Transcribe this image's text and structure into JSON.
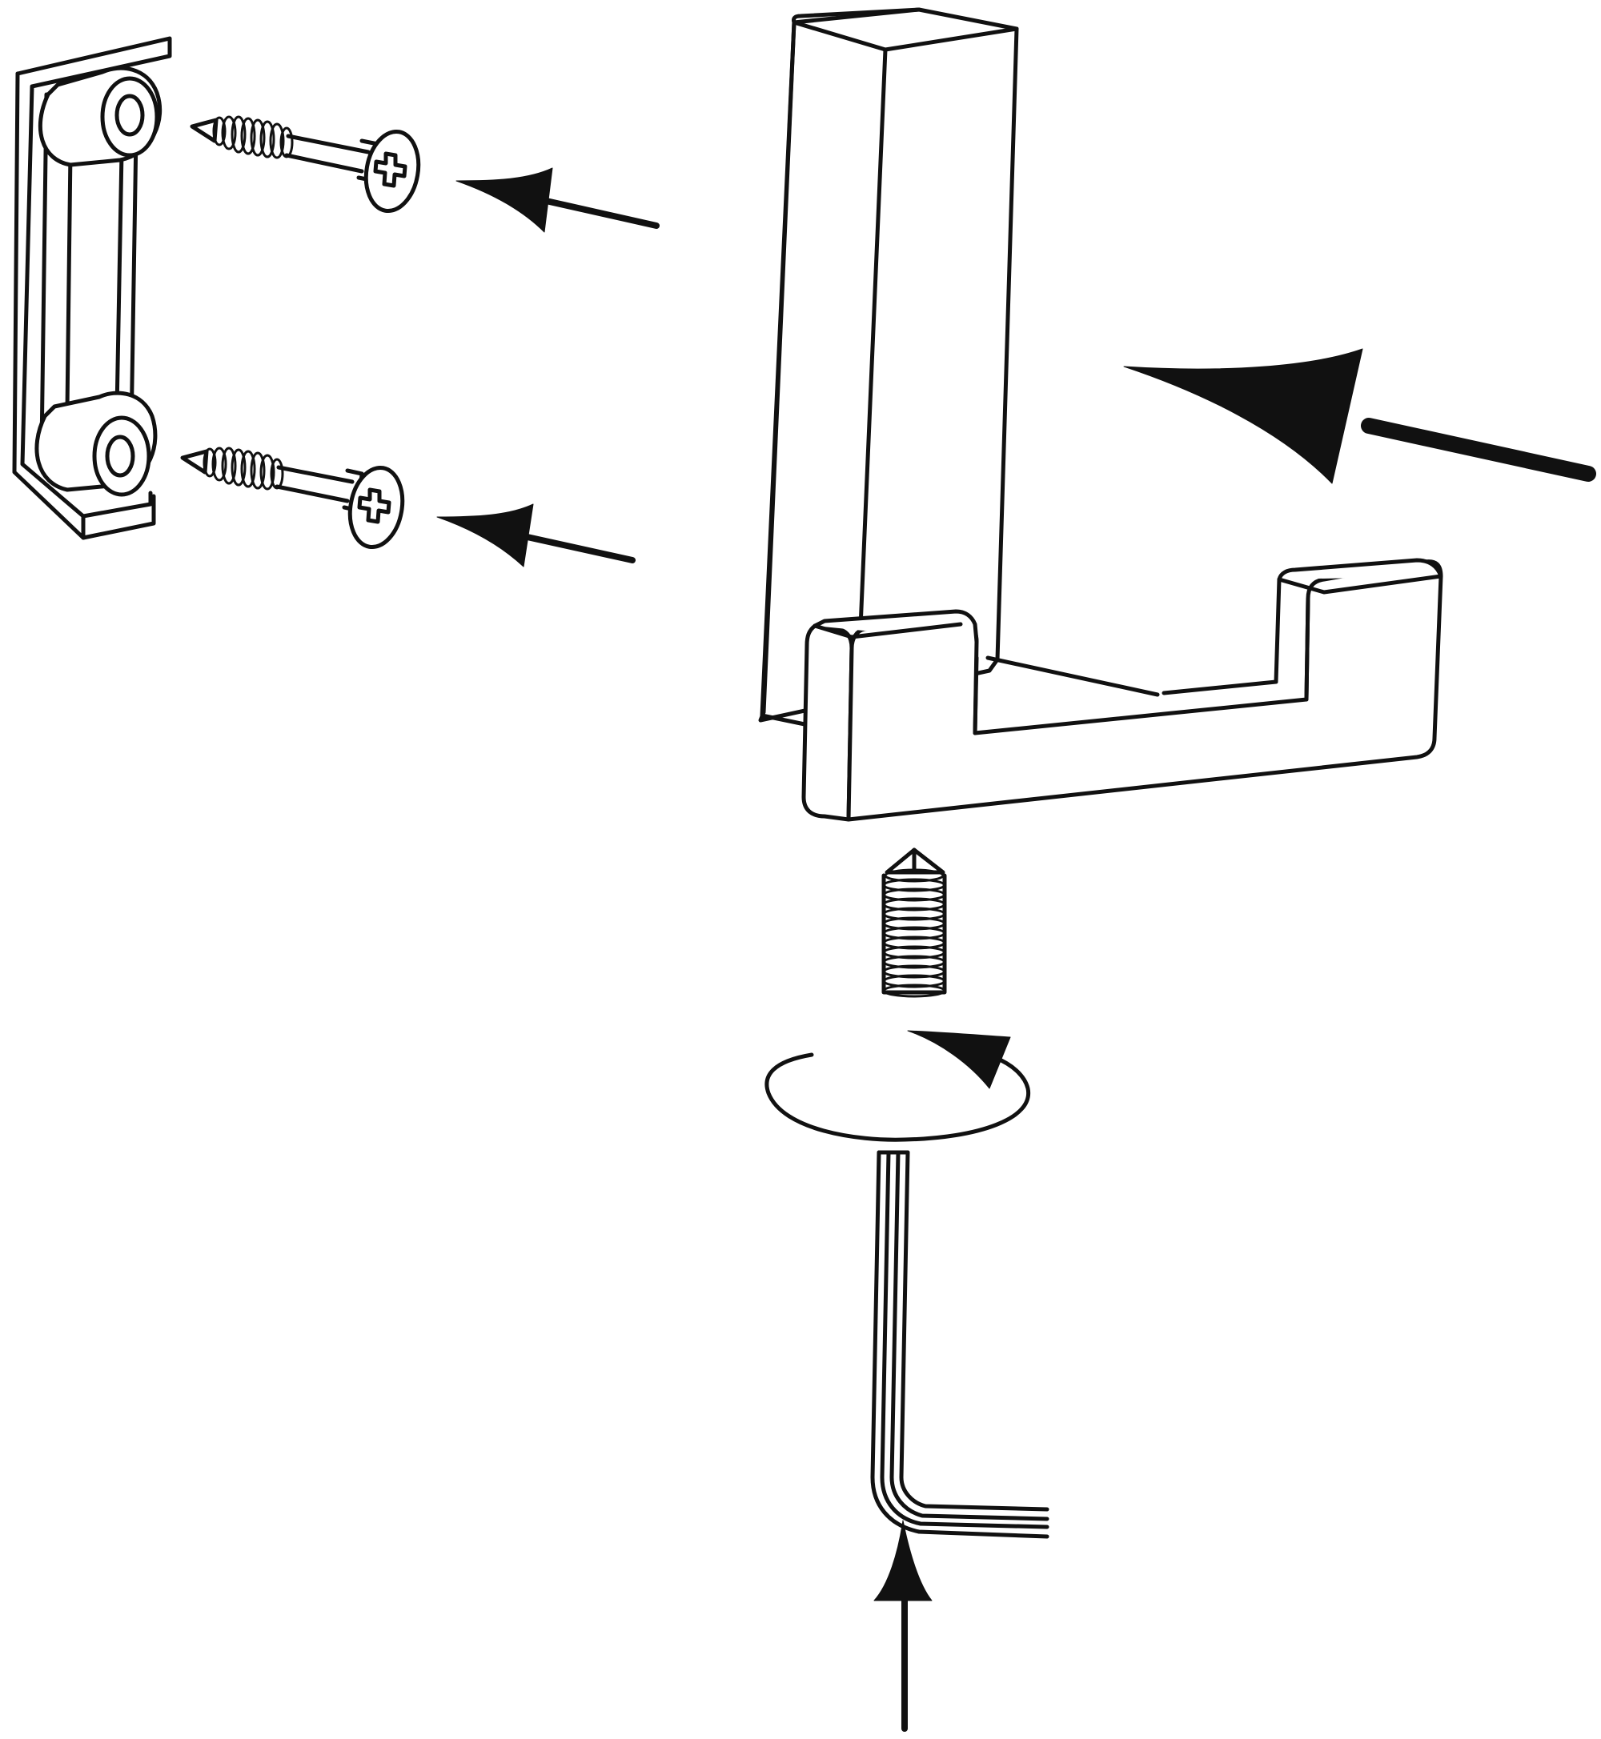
{
  "figure": {
    "kind": "assembly-instruction-illustration",
    "text_labels": []
  },
  "colors": {
    "ink": "#111111",
    "paper": "#ffffff"
  },
  "parts": [
    {
      "name": "wall-mounting-bracket"
    },
    {
      "name": "wood-screw",
      "count": 2,
      "head": "phillips-cross"
    },
    {
      "name": "double-robe-hook"
    },
    {
      "name": "grub-set-screw"
    },
    {
      "name": "hex-allen-key"
    }
  ],
  "arrows": [
    {
      "name": "screw-insert-arrow-top",
      "direction": "left"
    },
    {
      "name": "screw-insert-arrow-bottom",
      "direction": "left"
    },
    {
      "name": "hook-mount-arrow",
      "direction": "left"
    },
    {
      "name": "rotation-arrow",
      "direction": "clockwise"
    },
    {
      "name": "allen-key-push-arrow",
      "direction": "up"
    }
  ]
}
